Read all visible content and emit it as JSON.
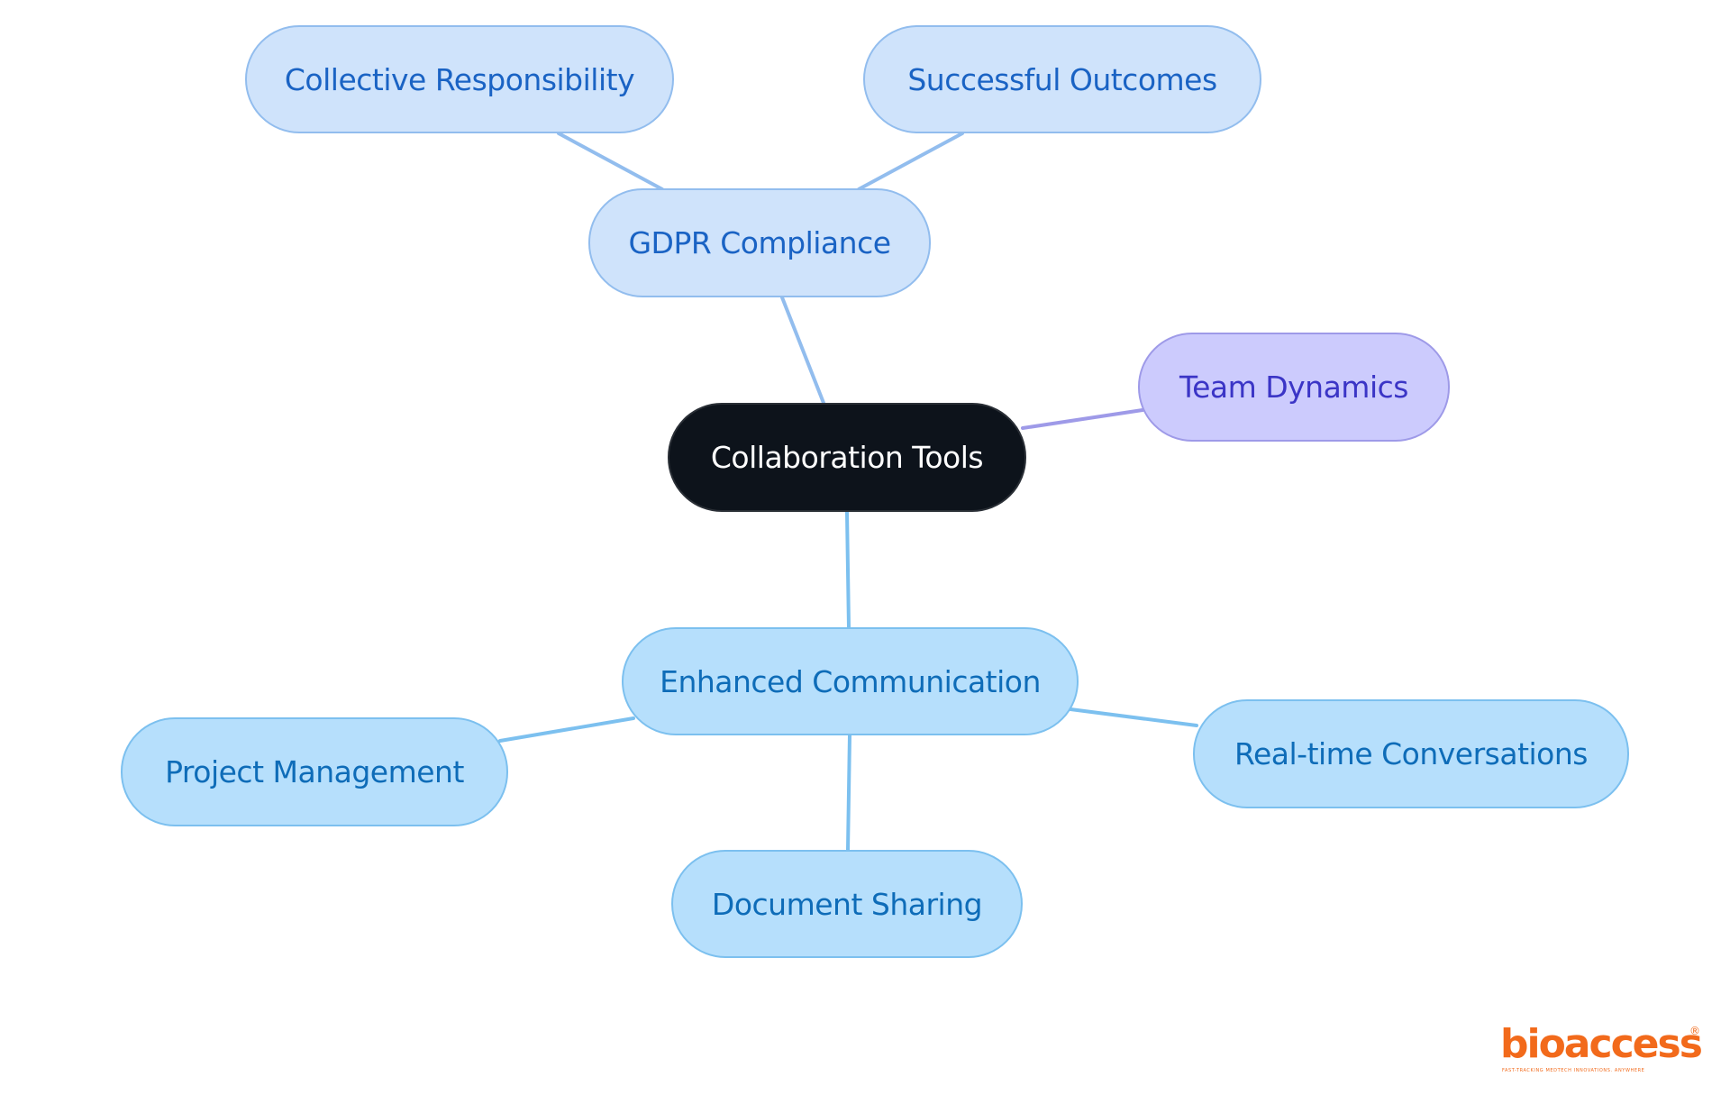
{
  "diagram": {
    "root": {
      "label": "Collaboration Tools"
    },
    "branches": {
      "gdpr": {
        "label": "GDPR Compliance",
        "children": [
          "Collective Responsibility",
          "Successful Outcomes"
        ]
      },
      "team": {
        "label": "Team Dynamics"
      },
      "communication": {
        "label": "Enhanced Communication",
        "children": [
          "Project Management",
          "Document Sharing",
          "Real-time Conversations"
        ]
      }
    },
    "colors": {
      "root_fill": "#0d131b",
      "gdpr_fill": "#cfe3fb",
      "gdpr_line": "#92bdee",
      "team_fill": "#cccbfd",
      "team_line": "#9e9ae8",
      "comm_fill": "#b6dffc",
      "comm_line": "#7cc0ef"
    }
  },
  "brand": {
    "name": "bioaccess",
    "registered": "®",
    "tagline": "FAST-TRACKING MEDTECH INNOVATIONS. ANYWHERE"
  }
}
